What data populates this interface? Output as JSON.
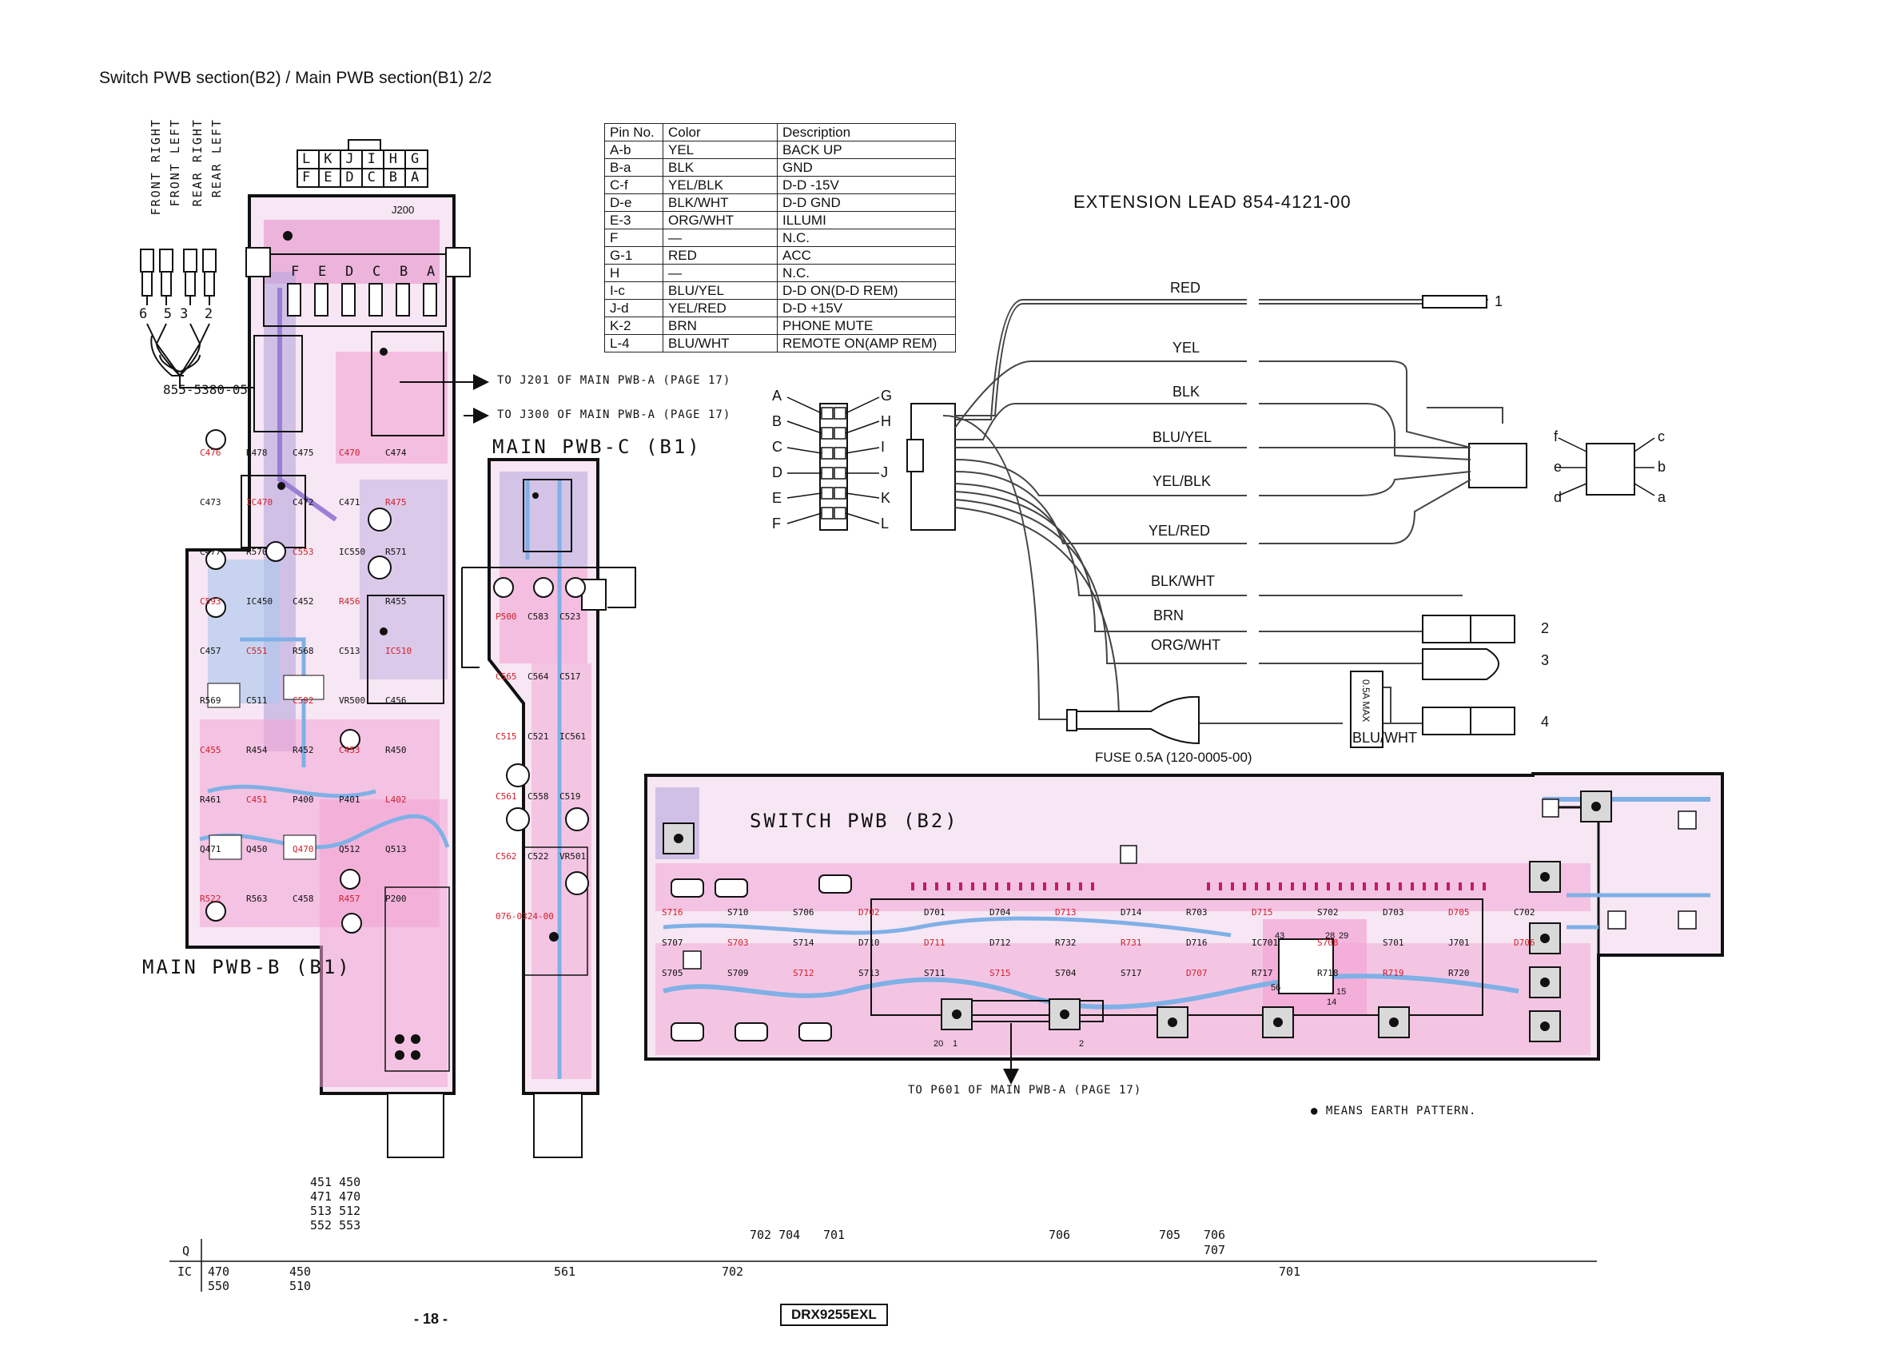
{
  "title": "Switch PWB section(B2) / Main PWB section(B1) 2/2",
  "pin_table": {
    "headers": [
      "Pin No.",
      "Color",
      "Description"
    ],
    "rows": [
      [
        "A-b",
        "YEL",
        "BACK UP"
      ],
      [
        "B-a",
        "BLK",
        "GND"
      ],
      [
        "C-f",
        "YEL/BLK",
        "D-D -15V"
      ],
      [
        "D-e",
        "BLK/WHT",
        "D-D GND"
      ],
      [
        "E-3",
        "ORG/WHT",
        "ILLUMI"
      ],
      [
        "F",
        "—",
        "N.C."
      ],
      [
        "G-1",
        "RED",
        "ACC"
      ],
      [
        "H",
        "—",
        "N.C."
      ],
      [
        "I-c",
        "BLU/YEL",
        "D-D ON(D-D REM)"
      ],
      [
        "J-d",
        "YEL/RED",
        "D-D +15V"
      ],
      [
        "K-2",
        "BRN",
        "PHONE MUTE"
      ],
      [
        "L-4",
        "BLU/WHT",
        "REMOTE ON(AMP REM)"
      ]
    ]
  },
  "extension_lead": "EXTENSION   LEAD     854-4121-00",
  "wires": [
    "RED",
    "YEL",
    "BLK",
    "BLU/YEL",
    "YEL/BLK",
    "YEL/RED",
    "BLK/WHT",
    "BRN",
    "ORG/WHT",
    "BLU/WHT"
  ],
  "terminal_numbers": [
    "1",
    "2",
    "3",
    "4"
  ],
  "connector_left_pins": [
    "A",
    "B",
    "C",
    "D",
    "E",
    "F"
  ],
  "connector_right_pins": [
    "G",
    "H",
    "I",
    "J",
    "K",
    "L"
  ],
  "connector_small_left": [
    "f",
    "e",
    "d"
  ],
  "connector_small_right": [
    "c",
    "b",
    "a"
  ],
  "fuse_label": "FUSE 0.5A (120-0005-00)",
  "fuse_rating": "0.5A MAX",
  "rca_labels": [
    "FRONT RIGHT",
    "FRONT LEFT",
    "REAR RIGHT",
    "REAR LEFT"
  ],
  "rca_numbers": "6  5 3  2",
  "rca_part": "855-5380-05",
  "j200_top_row": [
    "L",
    "K",
    "J",
    "I",
    "H",
    "G"
  ],
  "j200_bottom_row": [
    "F",
    "E",
    "D",
    "C",
    "B",
    "A"
  ],
  "j200_name": "J200",
  "j200_pins": [
    "F",
    "E",
    "D",
    "C",
    "B",
    "A"
  ],
  "arrow_j201": "TO J201 OF MAIN PWB-A (PAGE 17)",
  "arrow_j300": "TO J300 OF MAIN PWB-A (PAGE 17)",
  "arrow_p601": "TO P601 OF MAIN PWB-A (PAGE 17)",
  "main_pwb_c": "MAIN PWB-C (B1)",
  "main_pwb_b": "MAIN PWB-B (B1)",
  "switch_pwb": "SWITCH PWB (B2)",
  "earth_note": "● MEANS EARTH PATTERN.",
  "components_b": [
    "C476",
    "R478",
    "C475",
    "C470",
    "C474",
    "C473",
    "IC470",
    "C472",
    "C471",
    "R475",
    "C477",
    "R570",
    "C553",
    "IC550",
    "R571",
    "C593",
    "IC450",
    "C452",
    "R456",
    "R455",
    "C457",
    "C551",
    "R568",
    "C513",
    "IC510",
    "R569",
    "C511",
    "C592",
    "VR500",
    "C456",
    "C455",
    "R454",
    "R452",
    "C453",
    "R450",
    "R461",
    "C451",
    "P400",
    "P401",
    "L402",
    "Q471",
    "Q450",
    "Q470",
    "Q512",
    "Q513",
    "R522",
    "R563",
    "C458",
    "R457",
    "P200"
  ],
  "components_c": [
    "P500",
    "C583",
    "C523",
    "C565",
    "C564",
    "C517",
    "C515",
    "C521",
    "IC561",
    "C561",
    "C558",
    "C519",
    "C562",
    "C522",
    "VR501",
    "076-0324-00"
  ],
  "components_sw": [
    "S716",
    "S710",
    "S706",
    "D702",
    "D701",
    "D704",
    "D713",
    "D714",
    "R703",
    "D715",
    "S702",
    "D703",
    "D705",
    "C702",
    "S707",
    "S703",
    "S714",
    "D710",
    "D711",
    "D712",
    "R732",
    "R731",
    "D716",
    "IC701",
    "S708",
    "S701",
    "J701",
    "D706",
    "S705",
    "S709",
    "S712",
    "S713",
    "S711",
    "S715",
    "S704",
    "S717",
    "D707",
    "R717",
    "R718",
    "R719",
    "R720"
  ],
  "pin_numbers_sw": [
    "43",
    "28",
    "29",
    "15",
    "14",
    "56",
    "1",
    "20",
    "2"
  ],
  "ref_rows": {
    "q_group_1": [
      "451 450",
      "471 470",
      "513 512",
      "552 553"
    ],
    "q_row_2": [
      "702 704",
      "701",
      "706",
      "705",
      "706"
    ],
    "q_707": "707",
    "q_label": "Q",
    "ic_label": "IC",
    "ic_row": [
      "470",
      "450",
      "561",
      "702",
      "701"
    ],
    "ic_row_2": [
      "550",
      "510"
    ]
  },
  "page_number": "- 18 -",
  "model": "DRX9255EXL",
  "colors": {
    "pink": "#f2a4d4",
    "blue": "#a9c8ec",
    "purple": "#b7a6dd",
    "red_text": "#d21f2a",
    "line": "#111111"
  }
}
